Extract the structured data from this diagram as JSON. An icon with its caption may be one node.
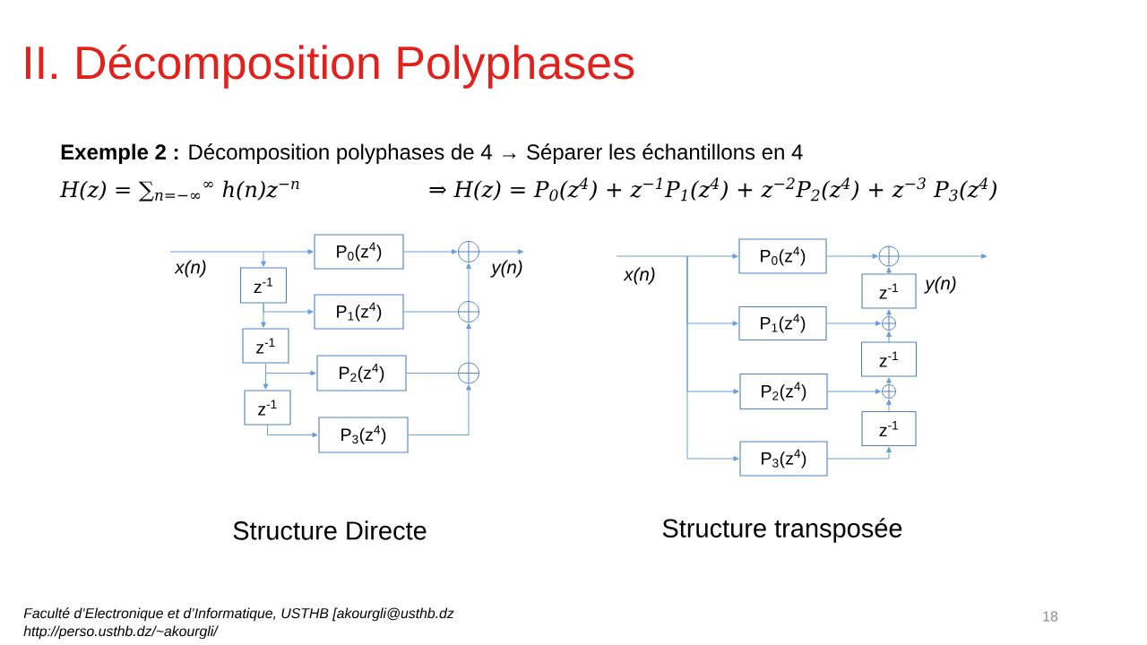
{
  "diagram": {
    "title": "II. Décomposition Polyphases",
    "nodes": [
      {
        "text": [
          "P$_{0}$(z$^{4}$)"
        ]
      },
      {
        "text": [
          "z$^{-1}$"
        ]
      },
      {
        "text": [
          "P$_{1}$(z$^{4}$)"
        ]
      },
      {
        "text": [
          "z$^{-1}$"
        ]
      },
      {
        "text": [
          "P$_{2}$(z$^{4}$)"
        ]
      },
      {
        "text": [
          "z$^{-1}$"
        ]
      },
      {
        "text": [
          "P$_{3}$(z$^{4}$)"
        ]
      },
      {
        "text": [],
        "shape": "circle"
      },
      {
        "text": [],
        "shape": "circle"
      },
      {
        "text": [],
        "shape": "circle"
      },
      {
        "text": [
          "y(n)"
        ]
      },
      {
        "text": [
          "P$_{0}$(z$^{4}$)"
        ]
      },
      {
        "text": [
          "z$^{-1}$"
        ]
      },
      {
        "text": [
          "P$_{1}$(z$^{4}$)"
        ]
      },
      {
        "text": [
          "z$^{-1}$"
        ]
      },
      {
        "text": [
          "P$_{2}$(z$^{4}$)"
        ]
      },
      {
        "text": [
          "z$^{-1}$"
        ]
      },
      {
        "text": [
          "P$_{3}$(z$^{4}$)"
        ]
      },
      {
        "text": [],
        "shape": "circle"
      },
      {
        "text": [],
        "shape": "circle"
      },
      {
        "text": [],
        "shape": "circle"
      }
    ],
    "edges": [
      {
        "from": null,
        "to": 0,
        "arrow": "to"
      },
      {
        "from": null,
        "to": 1,
        "arrow": "to"
      },
      {
        "from": 1,
        "to": 2,
        "arrow": "to"
      },
      {
        "from": 1,
        "to": 3,
        "arrow": "to"
      },
      {
        "from": 3,
        "to": 4,
        "arrow": "to"
      },
      {
        "from": 3,
        "to": 5,
        "arrow": "to"
      },
      {
        "from": 5,
        "to": 6,
        "arrow": "to"
      },
      {
        "from": 0,
        "to": 7,
        "arrow": "to"
      },
      {
        "from": 2,
        "to": 8,
        "arrow": "none"
      },
      {
        "from": 4,
        "to": 9,
        "arrow": "none"
      },
      {
        "from": 6,
        "to": 9,
        "arrow": "to"
      },
      {
        "from": 9,
        "to": 8,
        "arrow": "to"
      },
      {
        "from": 8,
        "to": 7,
        "arrow": "to"
      },
      {
        "from": 7,
        "to": 10,
        "arrow": "to"
      },
      {
        "from": null,
        "to": 11,
        "arrow": "to"
      },
      {
        "from": null,
        "to": 13,
        "arrow": "to"
      },
      {
        "from": null,
        "to": 15,
        "arrow": "to"
      },
      {
        "from": null,
        "to": 17,
        "arrow": "to"
      },
      {
        "from": 11,
        "to": 18,
        "arrow": "to"
      },
      {
        "from": 13,
        "to": 19,
        "arrow": "to"
      },
      {
        "from": 15,
        "to": 20,
        "arrow": "to"
      },
      {
        "from": 17,
        "to": 16,
        "arrow": "to"
      },
      {
        "from": 16,
        "to": 20,
        "arrow": "to"
      },
      {
        "from": 20,
        "to": 14,
        "arrow": "to"
      },
      {
        "from": 14,
        "to": 19,
        "arrow": "to"
      },
      {
        "from": 19,
        "to": 12,
        "arrow": "to"
      },
      {
        "from": 12,
        "to": 18,
        "arrow": "to"
      },
      {
        "from": 18,
        "to": null,
        "arrow": "to"
      }
    ],
    "labels": [
      "**Exemple 2 :** Décomposition polyphases de 4 → Séparer les échantillons en 4",
      "H(z) = ∑$_{n=−∞}$$^{∞}$ h(n)z$^{−n}$",
      "⇒ H(z) = P$_{0}$(z$^{4}$) + z$^{−1}$P$_{1}$(z$^{4}$) + z$^{−2}$P$_{2}$(z$^{4}$) + z$^{−3}$ P$_{3}$(z$^{4}$)",
      "x(n)",
      "x(n)",
      "y(n)",
      "Structure Directe",
      "Structure transposée",
      "Faculté d’Electronique et d’Informatique, USTHB [akourgli@usthb.dz",
      "http://perso.usthb.dz/~akourgli/",
      "18"
    ]
  }
}
